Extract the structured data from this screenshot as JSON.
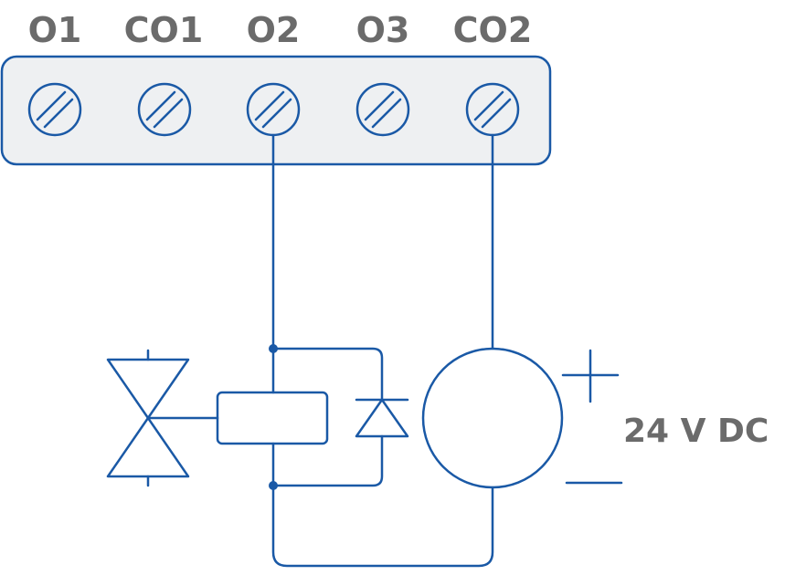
{
  "terminals": [
    "O1",
    "CO1",
    "O2",
    "O3",
    "CO2"
  ],
  "power_supply": {
    "label": "24 V DC"
  },
  "colors": {
    "wire": "#1a59a6",
    "label": "#6b6b6b",
    "block_fill": "#eef0f2"
  }
}
